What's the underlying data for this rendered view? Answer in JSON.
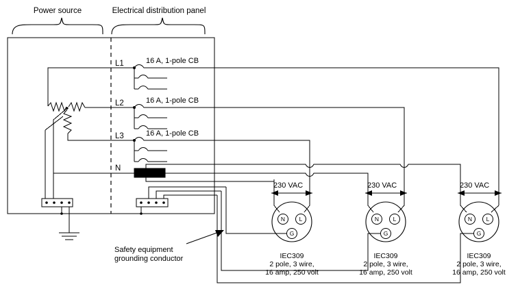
{
  "diagram": {
    "title_regions": {
      "power_source": "Power source",
      "distribution_panel": "Electrical distribution panel"
    },
    "phases": [
      {
        "id": "L1",
        "label": "L1",
        "breaker": "16 A, 1-pole CB"
      },
      {
        "id": "L2",
        "label": "L2",
        "breaker": "16 A, 1-pole CB"
      },
      {
        "id": "L3",
        "label": "L3",
        "breaker": "16 A, 1-pole CB"
      }
    ],
    "neutral": {
      "label": "N"
    },
    "voltage_spans": [
      {
        "label": "230 VAC"
      },
      {
        "label": "230 VAC"
      },
      {
        "label": "230 VAC"
      }
    ],
    "outlets": [
      {
        "type": "IEC309",
        "spec_line1": "2 pole, 3 wire,",
        "spec_line2": "16 amp, 250 volt",
        "terminals": {
          "neutral": "N",
          "line": "L",
          "ground": "G"
        }
      },
      {
        "type": "IEC309",
        "spec_line1": "2 pole, 3 wire,",
        "spec_line2": "16 amp, 250 volt",
        "terminals": {
          "neutral": "N",
          "line": "L",
          "ground": "G"
        }
      },
      {
        "type": "IEC309",
        "spec_line1": "2 pole, 3 wire,",
        "spec_line2": "16 amp, 250 volt",
        "terminals": {
          "neutral": "N",
          "line": "L",
          "ground": "G"
        }
      }
    ],
    "annotations": [
      {
        "id": "safety-ground",
        "line1": "Safety equipment",
        "line2": "grounding conductor"
      }
    ],
    "colors": {
      "line": "#000000",
      "background": "#ffffff",
      "busbar": "#000000"
    }
  }
}
